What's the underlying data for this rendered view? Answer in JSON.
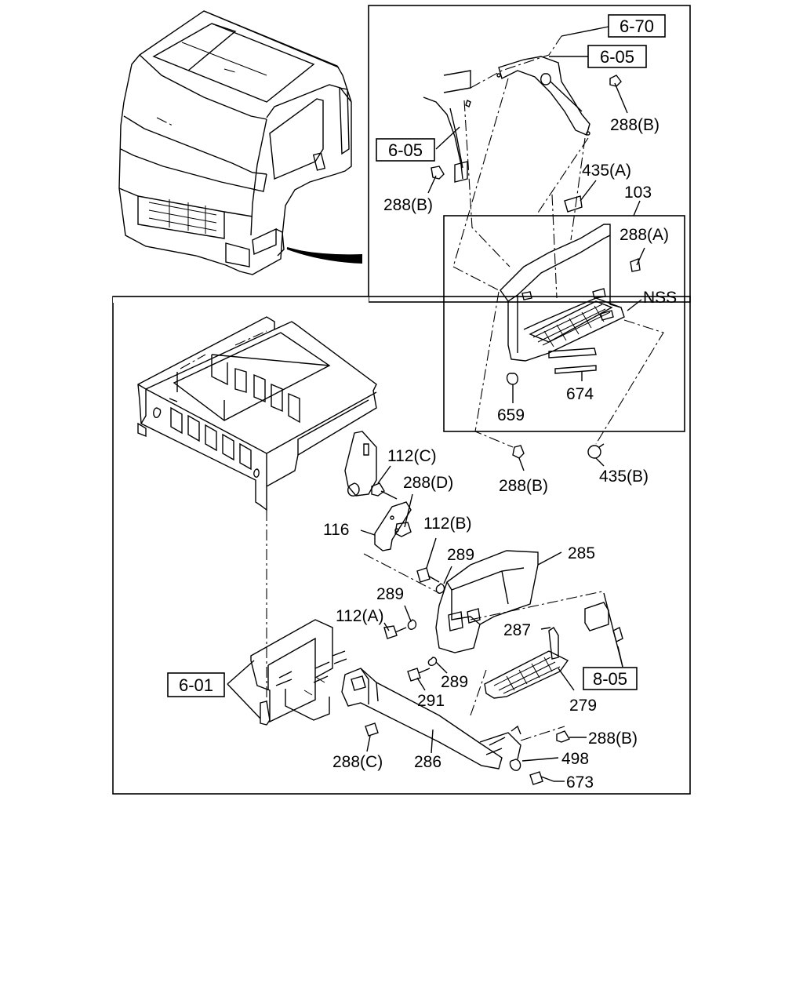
{
  "diagram": {
    "labels": [
      {
        "id": "L1",
        "text": "6-70",
        "boxed": true
      },
      {
        "id": "L2",
        "text": "6-05",
        "boxed": true
      },
      {
        "id": "L3",
        "text": "288(B)",
        "boxed": false
      },
      {
        "id": "L4",
        "text": "6-05",
        "boxed": true
      },
      {
        "id": "L5",
        "text": "288(B)",
        "boxed": false
      },
      {
        "id": "L6",
        "text": "435(A)",
        "boxed": false
      },
      {
        "id": "L7",
        "text": "103",
        "boxed": false
      },
      {
        "id": "L8",
        "text": "288(A)",
        "boxed": false
      },
      {
        "id": "L9",
        "text": "NSS",
        "boxed": false
      },
      {
        "id": "L10",
        "text": "674",
        "boxed": false
      },
      {
        "id": "L11",
        "text": "659",
        "boxed": false
      },
      {
        "id": "L12",
        "text": "288(B)",
        "boxed": false
      },
      {
        "id": "L13",
        "text": "435(B)",
        "boxed": false
      },
      {
        "id": "L14",
        "text": "112(C)",
        "boxed": false
      },
      {
        "id": "L15",
        "text": "288(D)",
        "boxed": false
      },
      {
        "id": "L16",
        "text": "116",
        "boxed": false
      },
      {
        "id": "L17",
        "text": "112(B)",
        "boxed": false
      },
      {
        "id": "L18",
        "text": "289",
        "boxed": false
      },
      {
        "id": "L19",
        "text": "285",
        "boxed": false
      },
      {
        "id": "L20",
        "text": "289",
        "boxed": false
      },
      {
        "id": "L21",
        "text": "112(A)",
        "boxed": false
      },
      {
        "id": "L22",
        "text": "287",
        "boxed": false
      },
      {
        "id": "L23",
        "text": "8-05",
        "boxed": true
      },
      {
        "id": "L24",
        "text": "6-01",
        "boxed": true
      },
      {
        "id": "L25",
        "text": "289",
        "boxed": false
      },
      {
        "id": "L26",
        "text": "291",
        "boxed": false
      },
      {
        "id": "L27",
        "text": "279",
        "boxed": false
      },
      {
        "id": "L28",
        "text": "288(B)",
        "boxed": false
      },
      {
        "id": "L29",
        "text": "498",
        "boxed": false
      },
      {
        "id": "L30",
        "text": "288(C)",
        "boxed": false
      },
      {
        "id": "L31",
        "text": "286",
        "boxed": false
      },
      {
        "id": "L32",
        "text": "673",
        "boxed": false
      }
    ]
  }
}
